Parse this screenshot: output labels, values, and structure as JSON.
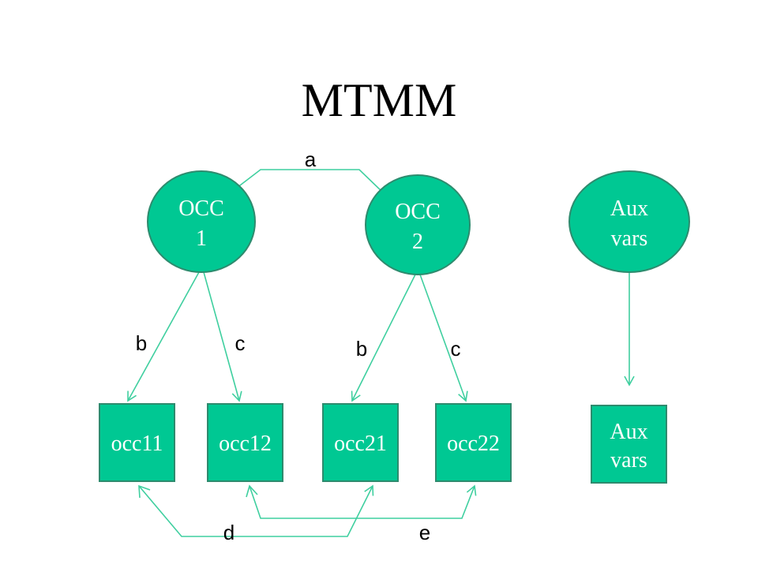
{
  "title": "MTMM",
  "colors": {
    "node_fill": "#00c893",
    "node_stroke": "#2e8b6e",
    "node_text": "#ffffff",
    "edge": "#3fcf9f",
    "label": "#000000"
  },
  "latent_nodes": [
    {
      "id": "occ1",
      "line1": "OCC",
      "line2": "1"
    },
    {
      "id": "occ2",
      "line1": "OCC",
      "line2": "2"
    },
    {
      "id": "aux-latent",
      "line1": "Aux",
      "line2": "vars"
    }
  ],
  "observed_nodes": [
    {
      "id": "occ11",
      "label": "occ11"
    },
    {
      "id": "occ12",
      "label": "occ12"
    },
    {
      "id": "occ21",
      "label": "occ21"
    },
    {
      "id": "occ22",
      "label": "occ22"
    },
    {
      "id": "aux-observed",
      "line1": "Aux",
      "line2": "vars"
    }
  ],
  "edge_labels": {
    "a": "a",
    "b1": "b",
    "c1": "c",
    "b2": "b",
    "c2": "c",
    "d": "d",
    "e": "e"
  }
}
